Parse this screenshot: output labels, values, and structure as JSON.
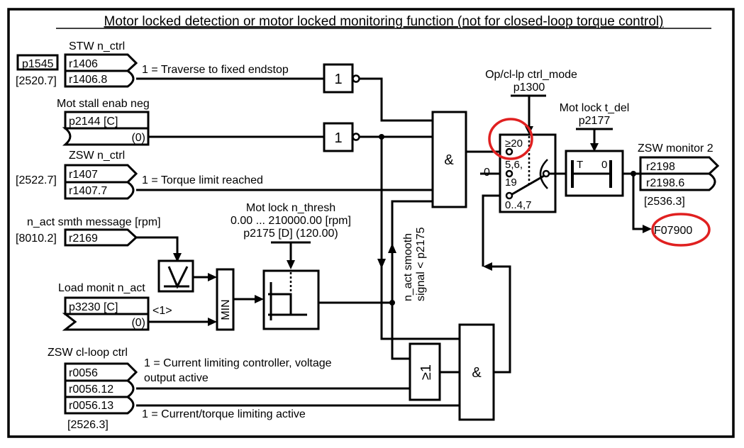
{
  "title": "Motor locked detection or motor locked monitoring function (not for closed-loop torque control)",
  "highlight_color": "#e02020",
  "inputs": {
    "stw_n_ctrl": {
      "label": "STW n_ctrl",
      "param": "p1545",
      "ref": "[2520.7]",
      "word": "r1406",
      "bit": "r1406.8",
      "signal_text": "1 = Traverse to fixed endstop"
    },
    "mot_stall": {
      "label": "Mot stall enab neg",
      "param": "p2144 [C]",
      "default": "(0)"
    },
    "zsw_n_ctrl": {
      "label": "ZSW n_ctrl",
      "ref": "[2522.7]",
      "word": "r1407",
      "bit": "r1407.7",
      "signal_text": "1 = Torque limit reached"
    },
    "n_act_smth": {
      "label": "n_act smth message [rpm]",
      "ref": "[8010.2]",
      "param": "r2169"
    },
    "load_monit": {
      "label": "Load monit n_act",
      "param": "p3230 [C]",
      "default": "(0)",
      "footnote": "<1>"
    },
    "zsw_cl_loop": {
      "label": "ZSW cl-loop ctrl",
      "word": "r0056",
      "bit1": "r0056.12",
      "bit2": "r0056.13",
      "ref": "[2526.3]",
      "signal_text_1a": "1 = Current limiting controller, voltage",
      "signal_text_1b": "output active",
      "signal_text_2": "1 = Current/torque limiting active"
    }
  },
  "blocks": {
    "not_gate_label": "1",
    "and_gate_label": "&",
    "or_gate_label": "≥1",
    "min_label": "MIN",
    "threshold": {
      "label": "Mot lock n_thresh",
      "range": "0.00 ... 210000.00  [rpm]",
      "param": "p2175 [D] (120.00)"
    },
    "vertical_signal": {
      "line1": "n_act smooth",
      "line2": "signal < p2175"
    },
    "mode_switch": {
      "label": "Op/cl-lp ctrl_mode",
      "param": "p1300",
      "pos1": "≥20",
      "pos2a": "5,6,",
      "pos2b": "19",
      "pos3": "0..4,7",
      "const_input": "0"
    },
    "timer": {
      "label": "Mot lock t_del",
      "param": "p2177",
      "t_label": "T",
      "zero_label": "0"
    }
  },
  "outputs": {
    "zsw_monitor": {
      "label": "ZSW monitor 2",
      "word": "r2198",
      "bit": "r2198.6",
      "ref": "[2536.3]"
    },
    "fault": "F07900"
  }
}
